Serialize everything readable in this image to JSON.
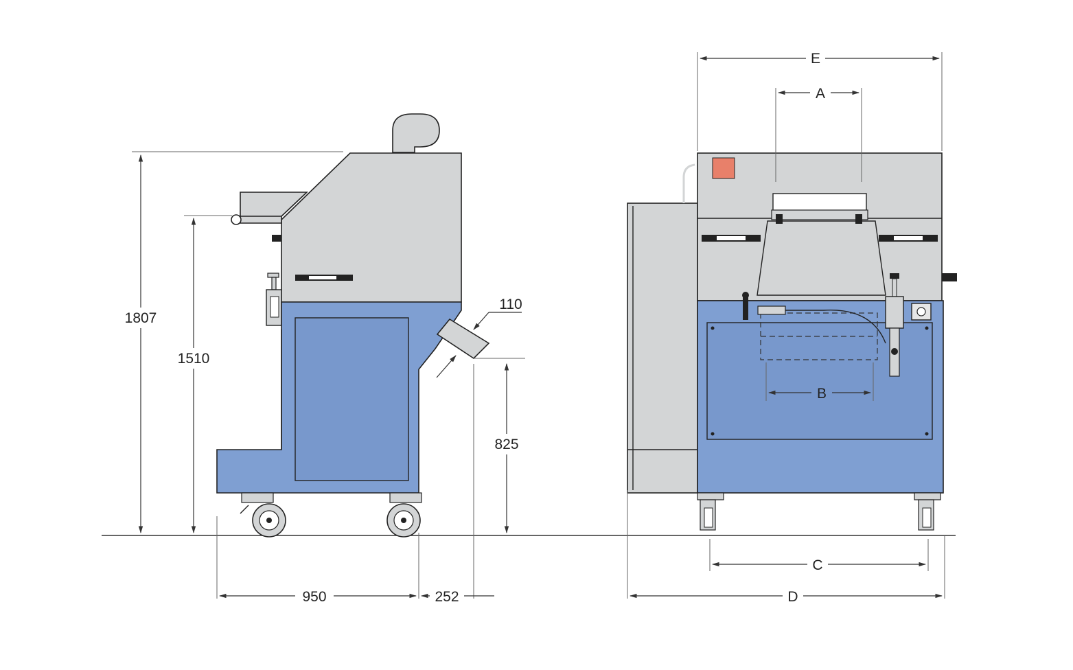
{
  "side_view": {
    "dim_overall_height": "1807",
    "dim_table_height": "1510",
    "dim_outlet_diameter": "110",
    "dim_outlet_height": "825",
    "dim_base_depth": "950",
    "dim_outlet_offset": "252"
  },
  "front_view": {
    "dim_e": "E",
    "dim_a": "A",
    "dim_b": "B",
    "dim_c": "C",
    "dim_d": "D"
  },
  "colors": {
    "housing_grey": "#d3d5d6",
    "cabinet_blue": "#7f9fd2",
    "warning_label": "#e8806a"
  }
}
